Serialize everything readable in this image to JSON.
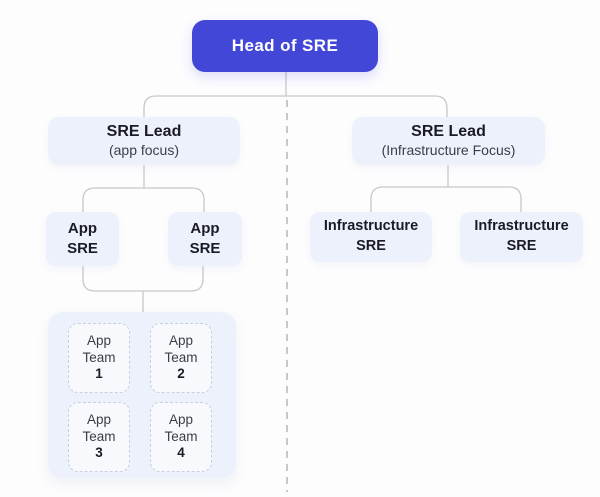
{
  "colors": {
    "accent": "#4247d8",
    "node_bg": "#edf1fb",
    "container_bg": "#edf1fb",
    "team_box_bg": "#f7f9fd",
    "connector": "#c8c8cd",
    "divider": "#b6b6bb",
    "dash_border": "#c7cedf",
    "text_dark": "#1b1b24",
    "text_regular": "#3d3d47",
    "head_text": "#ffffff",
    "background": "#fdfdfe"
  },
  "nodes": {
    "head": {
      "label": "Head of SRE"
    },
    "app_lead": {
      "title": "SRE Lead",
      "subtitle": "(app focus)"
    },
    "infra_lead": {
      "title": "SRE Lead",
      "subtitle": "(Infrastructure Focus)"
    },
    "app_sres": [
      {
        "line1": "App",
        "line2": "SRE"
      },
      {
        "line1": "App",
        "line2": "SRE"
      }
    ],
    "infra_sres": [
      {
        "line1": "Infrastructure",
        "line2": "SRE"
      },
      {
        "line1": "Infrastructure",
        "line2": "SRE"
      }
    ],
    "app_teams": [
      {
        "line1": "App",
        "line2": "Team",
        "number": "1"
      },
      {
        "line1": "App",
        "line2": "Team",
        "number": "2"
      },
      {
        "line1": "App",
        "line2": "Team",
        "number": "3"
      },
      {
        "line1": "App",
        "line2": "Team",
        "number": "4"
      }
    ]
  }
}
